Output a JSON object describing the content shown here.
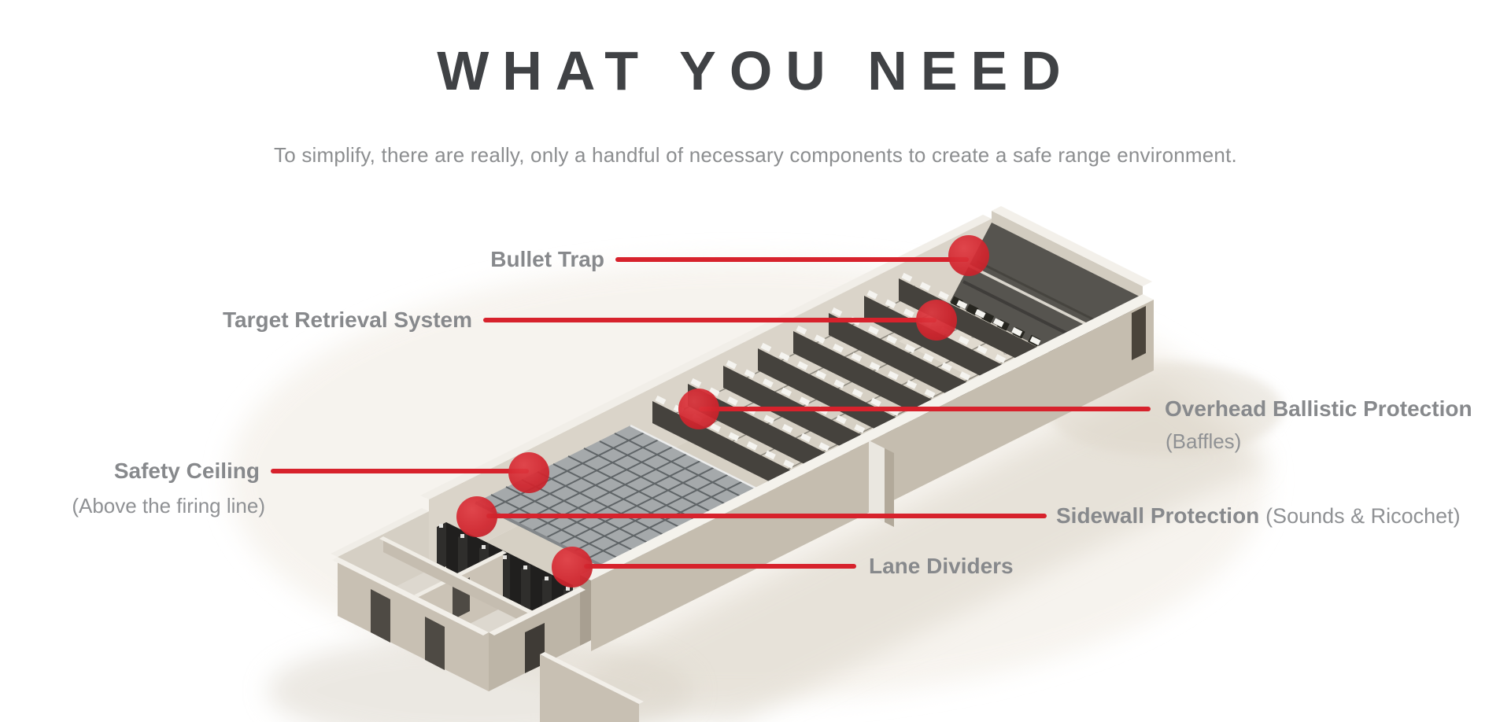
{
  "header": {
    "title": "WHAT YOU NEED",
    "subtitle": "To simplify, there are really, only a handful of necessary components to create a safe range environment."
  },
  "diagram": {
    "illustration_name": "indoor-shooting-range-cutaway-render",
    "callouts": [
      {
        "id": "bullet-trap",
        "label": "Bullet Trap",
        "sublabel": ""
      },
      {
        "id": "target-retrieval-system",
        "label": "Target Retrieval System",
        "sublabel": ""
      },
      {
        "id": "overhead-ballistic-protection",
        "label": "Overhead Ballistic Protection",
        "sublabel": "(Baffles)"
      },
      {
        "id": "safety-ceiling",
        "label": "Safety Ceiling",
        "sublabel": "(Above the firing line)"
      },
      {
        "id": "sidewall-protection",
        "label": "Sidewall Protection",
        "sublabel": "(Sounds & Ricochet)"
      },
      {
        "id": "lane-dividers",
        "label": "Lane Dividers",
        "sublabel": ""
      }
    ],
    "colors": {
      "accent_red": "#d7222c",
      "label_gray": "#87898c",
      "sublabel_gray": "#8f9194",
      "title_gray": "#404245",
      "subtitle_gray": "#8c8e90"
    }
  }
}
